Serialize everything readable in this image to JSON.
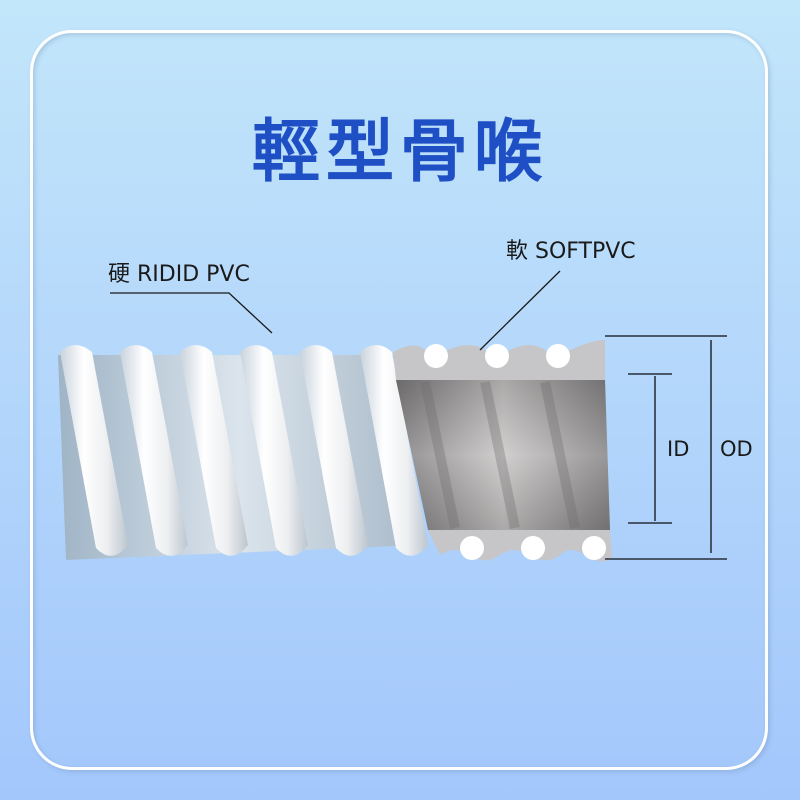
{
  "title": "輕型骨喉",
  "labels": {
    "hard": "硬 RIDID PVC",
    "soft": "軟 SOFTPVC",
    "inner_diameter": "ID",
    "outer_diameter": "OD"
  },
  "colors": {
    "title": "#1f4fc4",
    "background_top": "#c2e6fa",
    "background_bottom": "#a3c7fb",
    "frame": "#ffffff",
    "rigid_ribs": "#f2f3f5",
    "soft_wall": "#c6c6c8",
    "inner_bore": "#9a9898",
    "leader_lines": "#1a1a1a"
  }
}
